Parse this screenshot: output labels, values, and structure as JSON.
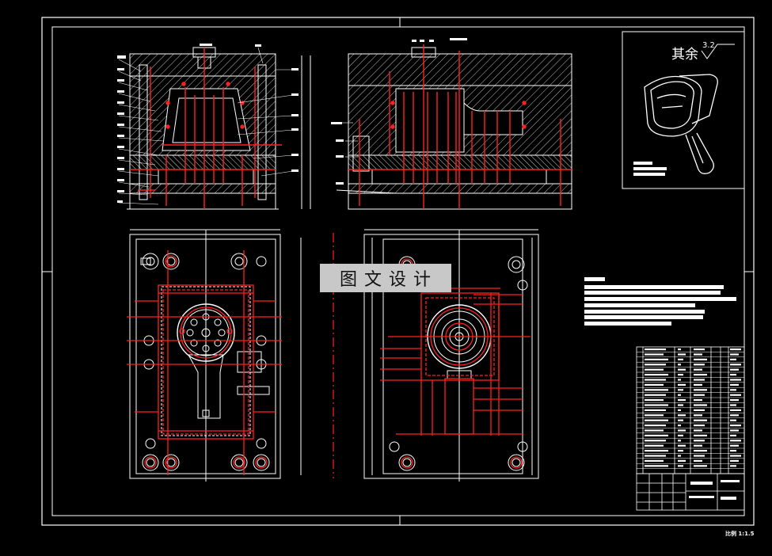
{
  "drawing": {
    "colors": {
      "background": "#000000",
      "line": "#ffffff",
      "center_line": "#ff2020",
      "section_hatch": "#cfcfcf",
      "watermark_bg": "#c8c8c8"
    },
    "surface_note": {
      "label": "其余",
      "value": "3.2"
    },
    "watermark": "图文设计",
    "scale_text": "比例 1:1.5"
  }
}
